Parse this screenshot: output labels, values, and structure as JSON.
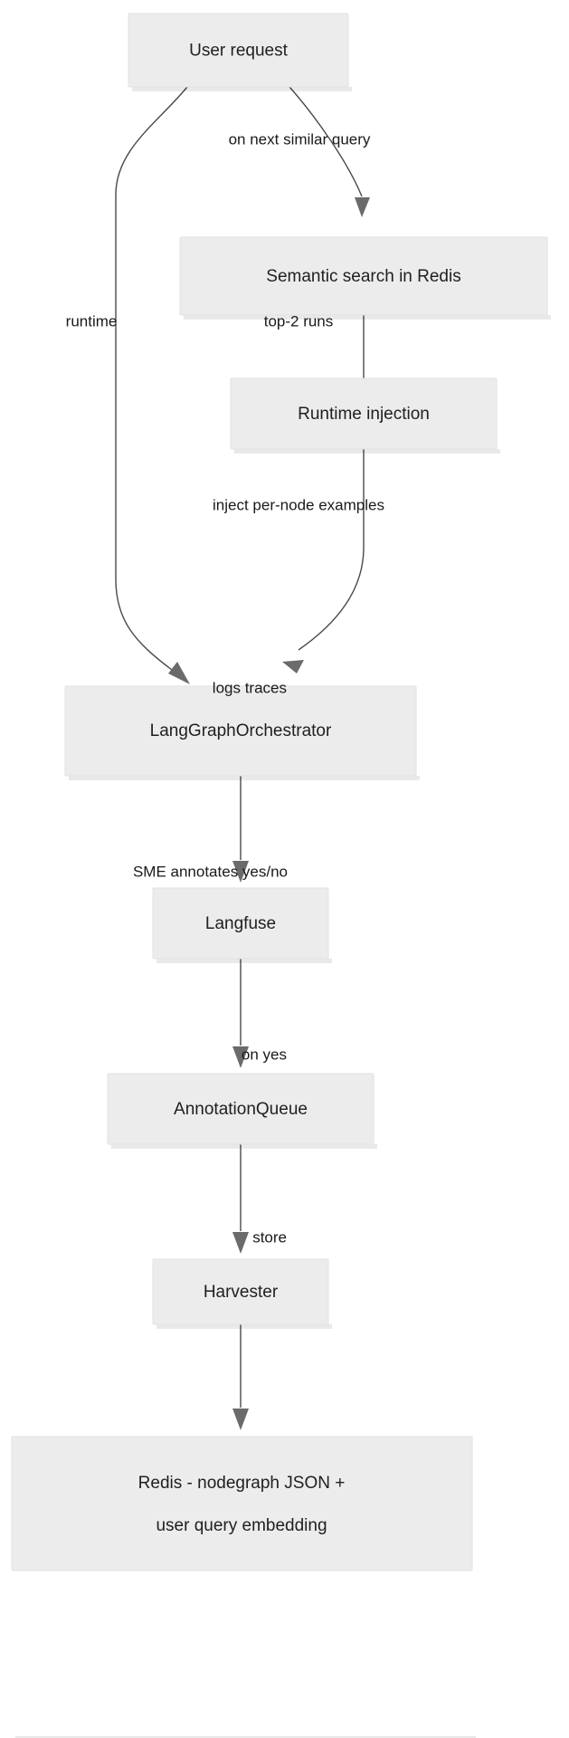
{
  "diagram": {
    "type": "flowchart",
    "direction": "top-to-bottom",
    "background_color": "#ffffff",
    "node_fill_color": "#ececec",
    "node_border_color": "#e2e2e2",
    "edge_color": "#4a4a4a",
    "arrow_color": "#6b6b6b",
    "text_color": "#1f1f1f",
    "nodes": [
      {
        "id": "user_request",
        "label": "User request"
      },
      {
        "id": "semantic_search",
        "label": "Semantic search in Redis"
      },
      {
        "id": "runtime_injection",
        "label": "Runtime injection"
      },
      {
        "id": "orchestrator",
        "label": "LangGraphOrchestrator"
      },
      {
        "id": "langfuse",
        "label": "Langfuse"
      },
      {
        "id": "annotation_queue",
        "label": "AnnotationQueue"
      },
      {
        "id": "harvester",
        "label": "Harvester"
      },
      {
        "id": "redis_store",
        "label_line_1": "Redis - nodegraph JSON +",
        "label_line_2": "user query embedding"
      }
    ],
    "edges": [
      {
        "from": "user_request",
        "to": "semantic_search",
        "label": "on next similar query"
      },
      {
        "from": "user_request",
        "to": "orchestrator",
        "label": "runtime"
      },
      {
        "from": "semantic_search",
        "to": "runtime_injection",
        "label": "top-2 runs"
      },
      {
        "from": "runtime_injection",
        "to": "orchestrator",
        "label": "inject per-node examples"
      },
      {
        "from": "orchestrator",
        "to": "langfuse",
        "label": "logs traces"
      },
      {
        "from": "langfuse",
        "to": "annotation_queue",
        "label": "SME annotates yes/no"
      },
      {
        "from": "annotation_queue",
        "to": "harvester",
        "label": "on yes"
      },
      {
        "from": "harvester",
        "to": "redis_store",
        "label": "store"
      }
    ]
  }
}
